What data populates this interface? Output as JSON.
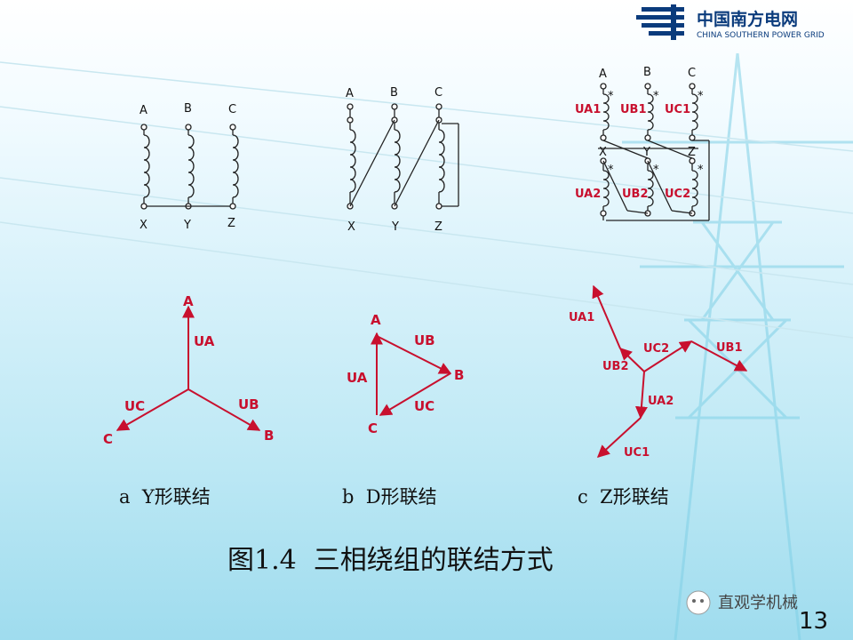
{
  "logo": {
    "name_cn": "中国南方电网",
    "name_en": "CHINA SOUTHERN POWER GRID"
  },
  "diagram_a": {
    "terminals_top": [
      "A",
      "B",
      "C"
    ],
    "terminals_bottom": [
      "X",
      "Y",
      "Z"
    ]
  },
  "diagram_b": {
    "terminals_top": [
      "A",
      "B",
      "C"
    ],
    "terminals_bottom": [
      "X",
      "Y",
      "Z"
    ]
  },
  "diagram_c": {
    "terminals_top": [
      "A",
      "B",
      "C"
    ],
    "terminals_mid": [
      "X",
      "Y",
      "Z"
    ],
    "upper_voltages": [
      "UA1",
      "UB1",
      "UC1"
    ],
    "lower_voltages": [
      "UA2",
      "UB2",
      "UC2"
    ],
    "star": "*"
  },
  "phasor_a": {
    "node_a": "A",
    "node_b": "B",
    "node_c": "C",
    "ua": "UA",
    "ub": "UB",
    "uc": "UC"
  },
  "phasor_b": {
    "node_a": "A",
    "node_b": "B",
    "node_c": "C",
    "ua": "UA",
    "ub": "UB",
    "uc": "UC"
  },
  "phasor_c": {
    "ua1": "UA1",
    "ub1": "UB1",
    "uc1": "UC1",
    "ua2": "UA2",
    "ub2": "UB2",
    "uc2": "UC2"
  },
  "captions": {
    "a": "a  Y形联结",
    "b": "b  D形联结",
    "c": "c  Z形联结"
  },
  "figure_title": "图1.4  三相绕组的联结方式",
  "watermark": "直观学机械",
  "page_number": "13",
  "colors": {
    "red": "#c8102e",
    "brand_blue": "#0a3b7c"
  }
}
